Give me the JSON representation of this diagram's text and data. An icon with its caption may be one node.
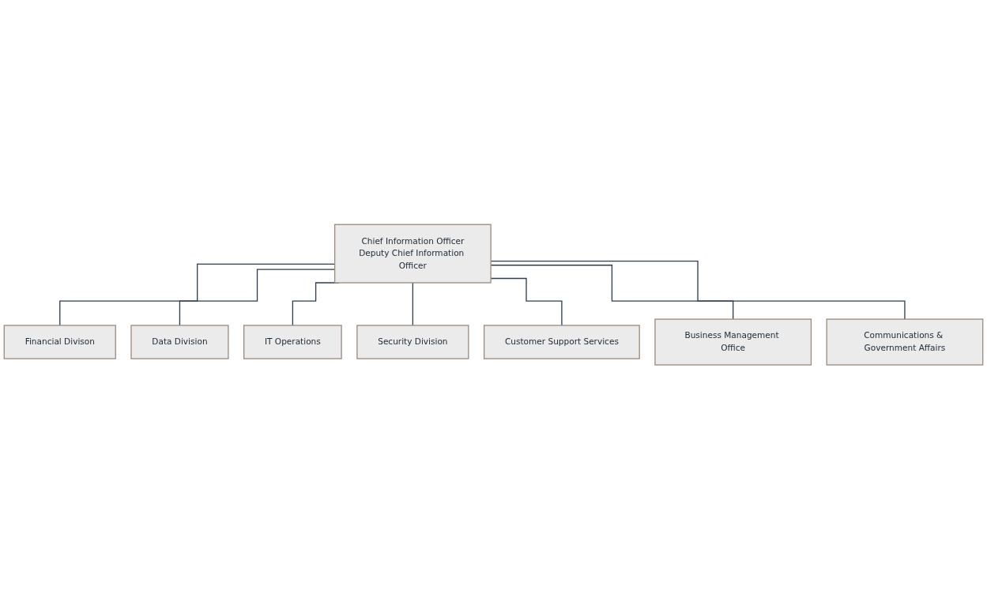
{
  "diagram": {
    "nodes": [
      {
        "text": [
          "Chief Information Officer",
          "Deputy Chief Information Officer"
        ]
      },
      {
        "text": [
          "Financial Divison"
        ]
      },
      {
        "text": [
          "Data Division"
        ]
      },
      {
        "text": [
          "IT Operations"
        ]
      },
      {
        "text": [
          "Security Division"
        ]
      },
      {
        "text": [
          "Customer Support Services"
        ]
      },
      {
        "text": [
          "Business Management Office"
        ]
      },
      {
        "text": [
          "Communications & Government Affairs"
        ]
      }
    ],
    "edges": [
      {
        "from": 0,
        "to": 1,
        "arrow": "none"
      },
      {
        "from": 0,
        "to": 2,
        "arrow": "none"
      },
      {
        "from": 0,
        "to": 3,
        "arrow": "none"
      },
      {
        "from": 0,
        "to": 4,
        "arrow": "none"
      },
      {
        "from": 0,
        "to": 5,
        "arrow": "none"
      },
      {
        "from": 0,
        "to": 6,
        "arrow": "none"
      },
      {
        "from": 0,
        "to": 7,
        "arrow": "none"
      }
    ]
  }
}
